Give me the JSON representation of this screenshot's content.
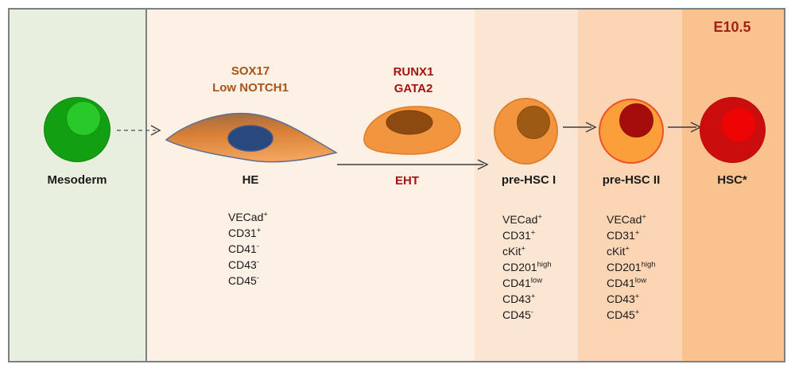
{
  "embryo_stage": "E10.5",
  "stages": [
    {
      "label": "Mesoderm"
    },
    {
      "label": "HE",
      "factors": [
        "SOX17",
        "Low NOTCH1"
      ],
      "markers": [
        {
          "base": "VECad",
          "sup": "+"
        },
        {
          "base": "CD31",
          "sup": "+"
        },
        {
          "base": "CD41",
          "sup": "-"
        },
        {
          "base": "CD43",
          "sup": "-"
        },
        {
          "base": "CD45",
          "sup": "-"
        }
      ]
    },
    {
      "label": "EHT",
      "factors": [
        "RUNX1",
        "GATA2"
      ]
    },
    {
      "label": "pre-HSC I",
      "markers": [
        {
          "base": "VECad",
          "sup": "+"
        },
        {
          "base": "CD31",
          "sup": "+"
        },
        {
          "base": "cKit",
          "sup": "+"
        },
        {
          "base": "CD201",
          "sup": "high"
        },
        {
          "base": "CD41",
          "sup": "low"
        },
        {
          "base": "CD43",
          "sup": "+"
        },
        {
          "base": "CD45",
          "sup": "-"
        }
      ]
    },
    {
      "label": "pre-HSC II",
      "markers": [
        {
          "base": "VECad",
          "sup": "+"
        },
        {
          "base": "CD31",
          "sup": "+"
        },
        {
          "base": "cKit",
          "sup": "+"
        },
        {
          "base": "CD201",
          "sup": "high"
        },
        {
          "base": "CD41",
          "sup": "low"
        },
        {
          "base": "CD43",
          "sup": "+"
        },
        {
          "base": "CD45",
          "sup": "+"
        }
      ]
    },
    {
      "label": "HSC*"
    }
  ],
  "colors": {
    "mesoderm_panel_bg": "#e9efdf",
    "band1_bg": "#fdf0e5",
    "band2_bg": "#fbe6d3",
    "band3_bg": "#fcd6b4",
    "band4_bg": "#f9c28f",
    "border_gray": "#7f7f7f",
    "factor_brown": "#a8541a",
    "factor_dark_red": "#a31510",
    "mesoderm_cell": "#12a012",
    "mesoderm_nucleus": "#29c929",
    "he_cell_top": "#9d6a44",
    "he_cell_bottom": "#f2a35c",
    "he_outline": "#5d6f93",
    "he_nucleus": "#29487e",
    "eht_cell": "#f2953f",
    "eht_nucleus": "#8d4a10",
    "prehsc1_cell": "#f2953e",
    "prehsc1_nucleus": "#9c5a15",
    "prehsc2_cell": "#fb9f3a",
    "prehsc2_outline": "#f04f28",
    "prehsc2_nucleus": "#a50d0d",
    "hsc_cell": "#cc0d0d",
    "hsc_nucleus": "#ee0404"
  }
}
